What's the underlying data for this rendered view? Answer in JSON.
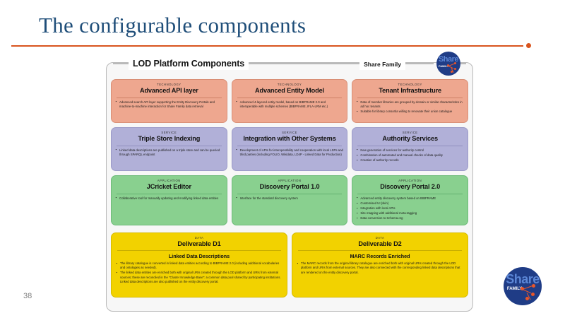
{
  "slide": {
    "title": "The configurable components",
    "number": "38",
    "accent_color": "#d9541e",
    "title_color": "#1f4e79"
  },
  "frame": {
    "legend_title": "LOD Platform Components",
    "legend_right": "Share Family"
  },
  "logo": {
    "share_text": "Share",
    "family_text": "FAMILY",
    "circle_color": "#1f3c86",
    "script_color": "#5b86d6",
    "node_color": "#e8562a"
  },
  "cards": {
    "row1": [
      {
        "kicker": "TECHNOLOGY",
        "title": "Advanced API layer",
        "color": "#eea78f",
        "bullets": [
          "Advanced search API layer supporting the Entity Discovery Portals and machine-to-machine interaction for Share Family data retrieval"
        ]
      },
      {
        "kicker": "TECHNOLOGY",
        "title": "Advanced Entity Model",
        "color": "#eea78f",
        "bullets": [
          "Advanced 4-layered entity model, based on BIBFRAME 2.0 and interoperable with multiple schemes (BIBFRAME, IFLA-LRM etc.)"
        ]
      },
      {
        "kicker": "TECHNOLOGY",
        "title": "Tenant Infrastructure",
        "color": "#eea78f",
        "bullets": [
          "Data of member libraries are grouped by domain or similar characteristics in ad hoc tenants",
          "Suitable for library consortia willing to renovate their union catalogue"
        ]
      }
    ],
    "row2": [
      {
        "kicker": "SERVICE",
        "title": "Triple Store Indexing",
        "color": "#b1b0d8",
        "bullets": [
          "Linked data descriptions are published on a triple store and can be queried through SPARQL endpoint"
        ]
      },
      {
        "kicker": "SERVICE",
        "title": "Integration with Other Systems",
        "color": "#b1b0d8",
        "bullets": [
          "Development of APIs for interoperability and cooperation with local LSPs and third parties (including FOLIO, Wikidata, LD4P - Linked Data for Production)"
        ]
      },
      {
        "kicker": "SERVICE",
        "title": "Authority Services",
        "color": "#b1b0d8",
        "bullets": [
          "New generation of services for authority control",
          "Combination of automated and manual checks of data quality",
          "Creation of authority records"
        ]
      }
    ],
    "row3": [
      {
        "kicker": "APPLICATION",
        "title": "JCricket Editor",
        "color": "#89d08f",
        "bullets": [
          "Collaborative tool for manually updating and modifying linked data entities"
        ]
      },
      {
        "kicker": "APPLICATION",
        "title": "Discovery Portal 1.0",
        "color": "#89d08f",
        "bullets": [
          "Interface for the standard discovery system"
        ]
      },
      {
        "kicker": "APPLICATION",
        "title": "Discovery Portal 2.0",
        "color": "#89d08f",
        "bullets": [
          "Advanced entity discovery system based on BIBFRAME",
          "Customised UI (skin)",
          "Integration with local APIs",
          "Site mapping with additional meta-tagging",
          "Data conversion to Schema.org"
        ]
      }
    ],
    "row4": [
      {
        "kicker": "DATA",
        "title": "Deliverable D1",
        "subtitle": "Linked Data Descriptions",
        "color": "#f2d200",
        "bullets": [
          "The library catalogue is converted in linked data entities according to BIBFRAME 2.0 (including additional vocabularies and ontologies as needed).",
          "The linked data entities are enriched both with original URIs created through the LOD platform and URIs from external sources; these are reconciled in the \"Cluster Knowledge Base\": a common data pool shared by participating institutions. Linked data descriptions are also published on the entity discovery portal."
        ]
      },
      {
        "kicker": "DATA",
        "title": "Deliverable D2",
        "subtitle": "MARC Records Enriched",
        "color": "#f2d200",
        "bullets": [
          "The MARC records from the original library catalogue are enriched both with original URIs created through the LOD platform and URIs from external sources. They are also connected with the corresponding linked data descriptions that are rendered on the entity discovery portal."
        ]
      }
    ]
  }
}
